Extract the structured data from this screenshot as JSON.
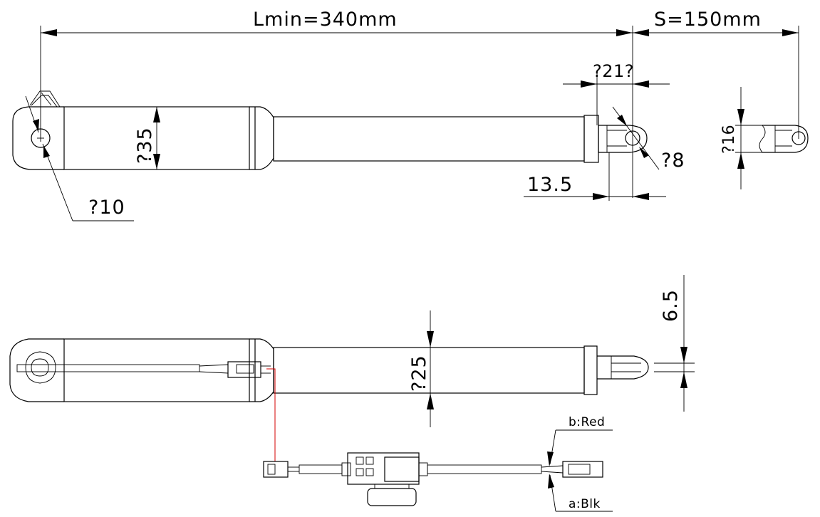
{
  "dimensions": {
    "lmin": "Lmin=340mm",
    "stroke": "S=150mm",
    "clevis_width": "?21?",
    "body_diameter": "?35",
    "front_hole": "?8",
    "rear_hole": "?10",
    "rod_end": "?16",
    "rod_offset": "13.5",
    "slot_width": "6.5",
    "rod_diameter": "?25"
  },
  "wiring": {
    "wire_b": "b:Red",
    "wire_a": "a:Blk"
  },
  "colors": {
    "line": "#000000",
    "wire_red": "#d40000"
  }
}
